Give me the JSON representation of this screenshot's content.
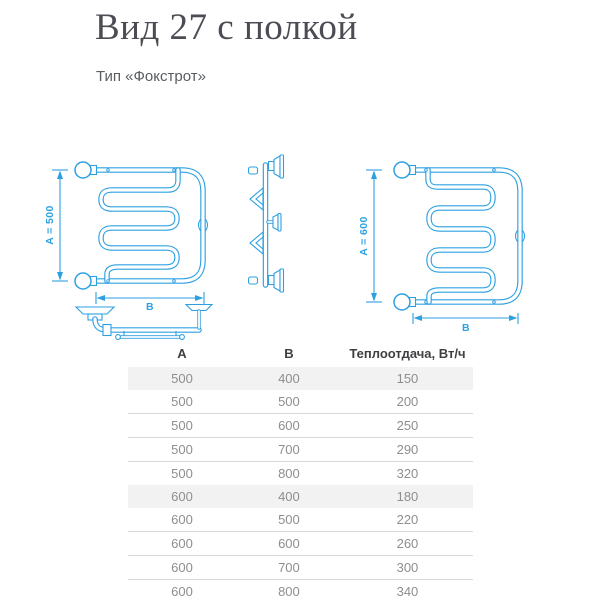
{
  "page": {
    "title": "Вид 27 с полкой",
    "subtitle": "Тип «Фокстрот»"
  },
  "drawings": {
    "color": "#2da0e2",
    "front_view_small": {
      "dim_a": "A = 500",
      "dim_b": "B"
    },
    "front_view_large": {
      "dim_a": "A = 600",
      "dim_b": "B"
    }
  },
  "table": {
    "columns": [
      "А",
      "В",
      "Теплоотдача, Вт/ч"
    ],
    "rows": [
      [
        500,
        400,
        150
      ],
      [
        500,
        500,
        200
      ],
      [
        500,
        600,
        250
      ],
      [
        500,
        700,
        290
      ],
      [
        500,
        800,
        320
      ],
      [
        600,
        400,
        180
      ],
      [
        600,
        500,
        220
      ],
      [
        600,
        600,
        260
      ],
      [
        600,
        700,
        300
      ],
      [
        600,
        800,
        340
      ]
    ]
  }
}
